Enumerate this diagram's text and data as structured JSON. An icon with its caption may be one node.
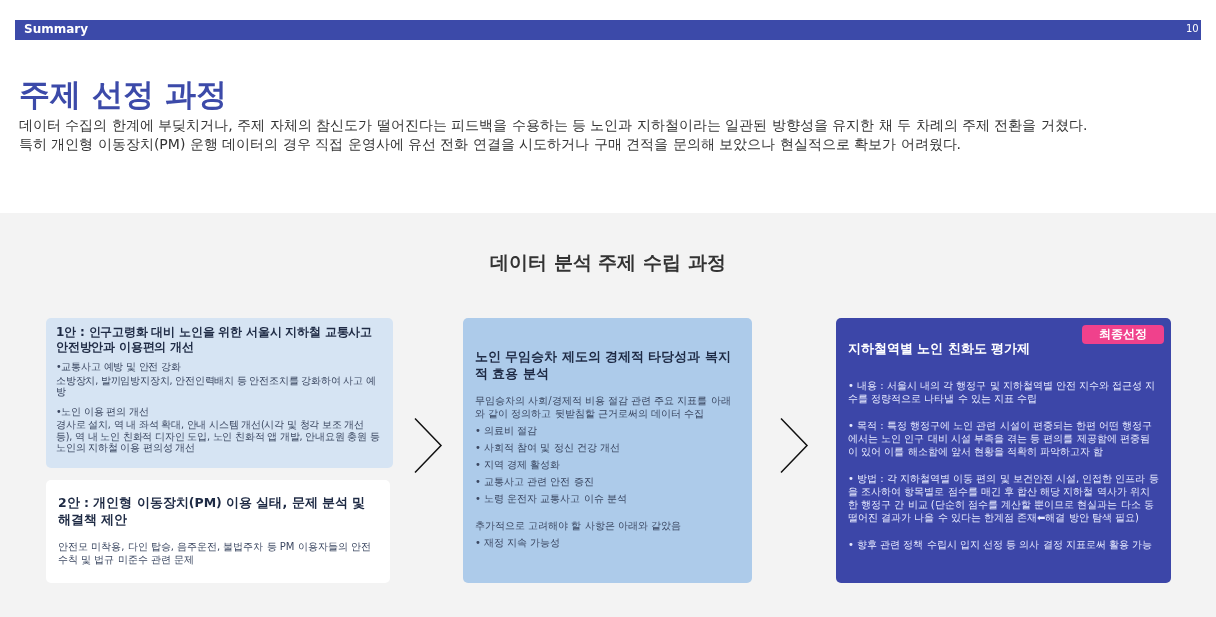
{
  "diagram": {
    "title": "주제 선정 과정",
    "nodes": [
      {
        "text": [
          "1안 : 인구고령화 대비 노인을 위한 서울시 지하철 교통사고 안전방안과 이용편의 개선",
          "•교통사고 예방 및 안전 강화",
          "소방장치, 발끼임방지장치, 안전인력배치 등 안전조치를 강화하여 사고 예방",
          "•노인 이용 편의 개선",
          "경사로 설치, 역 내 좌석 확대, 안내 시스템 개선(시각 및 청각 보조 개선 등), 역 내 노인 친화적 디자인 도입, 노인 친화적 앱 개발, 안내요원 충원 등 노인의 지하철 이용 편의성 개선"
        ]
      },
      {
        "text": [
          "2안 : 개인형 이동장치(PM) 이용 실태, 문제 분석 및 해결책 제안",
          "안전모 미착용, 다인 탑승, 음주운전, 불법주차 등 PM 이용자들의 안전수칙 및 법규 미준수 관련 문제"
        ]
      },
      {
        "text": [
          "노인 무임승차 제도의 경제적 타당성과 복지적 효용 분석",
          "무임승차의 사회/경제적 비용 절감 관련 주요 지표를 아래와 같이 정의하고 뒷받침할 근거로써의 데이터 수집",
          "• 의료비 절감",
          "• 사회적 참여 및 정신 건강 개선",
          "• 지역 경제 활성화",
          "• 교통사고 관련 안전 증진",
          "• 노령 운전자 교통사고 이슈 분석",
          "추가적으로 고려해야 할 사항은 아래와 같았음",
          "• 재정 지속 가능성"
        ]
      },
      {
        "text": [
          "지하철역별 노인 친화도 평가제",
          "• 내용 : 서울시 내의 각 행정구 및 지하철역별 안전 지수와 접근성 지수를 정량적으로 나타낼 수 있는 지표 수립",
          "• 목적 : 특정 행정구에 노인 관련 시설이 편중되는 한편 어떤 행정구에서는 노인 인구 대비 시설 부족을 겪는 등 편의를 제공함에 편중됨이 있어 이를 해소함에 앞서 현황을 적확히 파악하고자 함",
          "• 방법 : 각 지하철역별 이동 편의 및 보건안전 시설, 인접한 인프라 등을 조사하여 항목별로 점수를 매긴 후 합산 해당 지하철 역사가 위치한 행정구 간 비교 (단순히 점수를 계산할 뿐이므로 현실과는 다소 동떨어진 결과가 나올 수 있다는 한계점 존재⬅해결 방안 탐색 필요)",
          "• 향후 관련 정책 수립시 입지 선정 등 의사 결정 지표로써 활용 가능"
        ]
      },
      {
        "text": [
          "최종선정"
        ],
        "in": 3
      }
    ],
    "edges": [
      {
        "from": 0,
        "to": 2,
        "arrow": "to"
      },
      {
        "from": 2,
        "to": 3,
        "arrow": "to"
      }
    ],
    "labels": [
      "Summary",
      "10",
      "데이터 수집의 한계에 부딪치거나, 주제 자체의 참신도가 떨어진다는 피드백을 수용하는 등 노인과 지하철이라는 일관된 방향성을 유지한 채 두 차례의 주제 전환을 거쳤다.",
      "특히 개인형 이동장치(PM) 운행 데이터의 경우 직접 운영사에 유선 전화 연결을 시도하거나 구매 견적을 문의해 보았으나 현실적으로 확보가 어려웠다.",
      "데이터 분석 주제 수립 과정"
    ]
  }
}
